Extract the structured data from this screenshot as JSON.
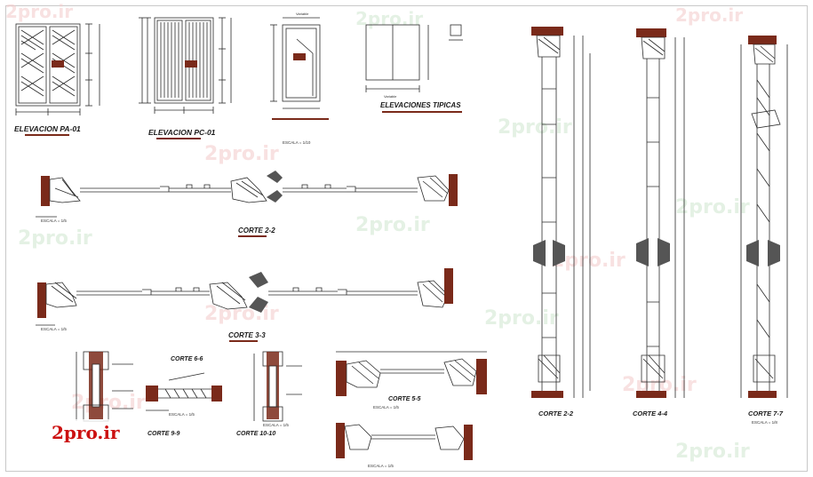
{
  "sheet": {
    "logo_text": "2pro.ir",
    "watermark_text": "2pro.ir",
    "colors": {
      "line": "#2b2b2b",
      "section": "#7a2a1a",
      "dim": "#1b1b1b",
      "logo_red": "#cc1111",
      "logo_green": "#1a8a1a"
    }
  },
  "titles": {
    "elev_pa01": "ELEVACION PA-01",
    "elev_pc01": "ELEVACION PC-01",
    "elev_tipicas": "ELEVACIONES TIPICAS",
    "corte_22_h": "CORTE 2-2",
    "corte_33": "CORTE 3-3",
    "corte_66": "CORTE 6-6",
    "corte_99": "CORTE 9-9",
    "corte_1010": "CORTE 10-10",
    "corte_55": "CORTE 5-5",
    "corte_22_v": "CORTE 2-2",
    "corte_44": "CORTE 4-4",
    "corte_77": "CORTE 7-7"
  },
  "notes": {
    "escala_1_10": "ESCALA = 1/10",
    "escala_1_5": "ESCALA = 1/5",
    "escala_1_8": "ESCALA = 1/8",
    "variable": "Variable"
  }
}
